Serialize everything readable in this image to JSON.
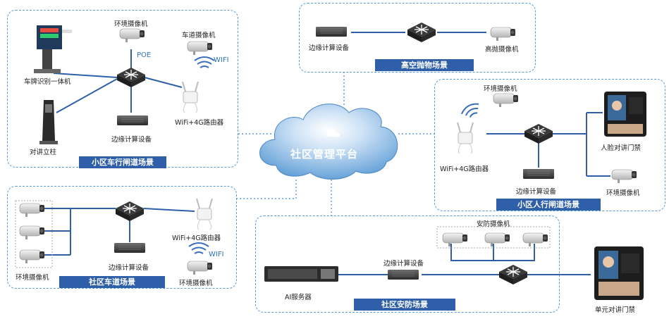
{
  "platform": {
    "title": "社区管理平台"
  },
  "scenes": {
    "gate": {
      "title": "小区车行闸道场景",
      "plate_cam": "车牌识别一体机",
      "env_cam": "环境摄像机",
      "poe": "POE",
      "vehicle_cam": "车道摄像机",
      "wifi": "WIFI",
      "router": "WiFi+4G路由器",
      "edge": "边缘计算设备",
      "intercom_post": "对讲立柱"
    },
    "highrise": {
      "title": "高空抛物场景",
      "edge": "边缘计算设备",
      "cam": "高抛摄像机"
    },
    "pedestrian": {
      "title": "小区人行闸道场景",
      "env_cam_top": "环境摄像机",
      "face_door": "人脸对讲门禁",
      "router": "WiFi+4G路由器",
      "edge": "边缘计算设备",
      "env_cam_bottom": "环境摄像机"
    },
    "lane": {
      "title": "社区车道场景",
      "router": "WiFi+4G路由器",
      "wifi": "WIFI",
      "edge": "边缘计算设备",
      "env_cam_left": "环境摄像机",
      "env_cam_right": "环境摄像机"
    },
    "security": {
      "title": "社区安防场景",
      "cams": "安防摄像机",
      "edge": "边缘计算设备",
      "ai_server": "AI服务器",
      "unit_door": "单元对讲门禁"
    }
  },
  "colors": {
    "panel_border": "#5b9bd5",
    "tag_bg": "#2e5fa8",
    "wire": "#2e5fa8",
    "cloud": "#5b9bd5",
    "accent_text": "#2e75b6"
  }
}
